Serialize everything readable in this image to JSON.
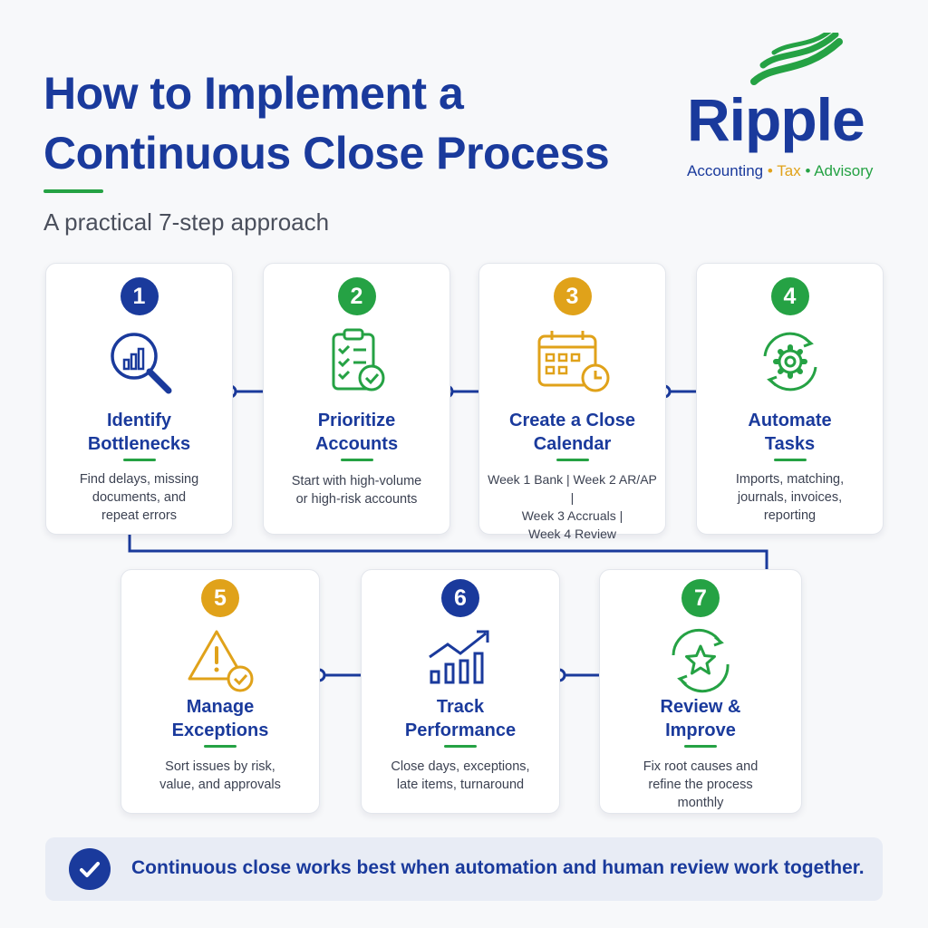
{
  "header": {
    "title_line1": "How to Implement a",
    "title_line2": "Continuous Close Process",
    "subtitle": "A practical 7-step approach"
  },
  "logo": {
    "name": "Ripple",
    "tag1": "Accounting",
    "tag2": "Tax",
    "tag3": "Advisory",
    "separator": "•",
    "colors": {
      "primary": "#1a3a9c",
      "tax": "#e0a21a",
      "advisory": "#25a244"
    }
  },
  "steps": [
    {
      "number": "1",
      "icon": "magnifier-chart-icon",
      "color": "#1a3a9c",
      "title_line1": "Identify",
      "title_line2": "Bottlenecks",
      "desc_line1": "Find delays, missing",
      "desc_line2": "documents, and",
      "desc_line3": "repeat errors"
    },
    {
      "number": "2",
      "icon": "clipboard-check-icon",
      "color": "#25a244",
      "title_line1": "Prioritize",
      "title_line2": "Accounts",
      "desc_line1": "Start with high-volume",
      "desc_line2": "or high-risk accounts"
    },
    {
      "number": "3",
      "icon": "calendar-clock-icon",
      "color": "#e0a21a",
      "title_line1": "Create a Close",
      "title_line2": "Calendar",
      "desc_line1": "Week 1 Bank | Week 2 AR/AP |",
      "desc_line2": "Week 3 Accruals |",
      "desc_line3": "Week 4 Review"
    },
    {
      "number": "4",
      "icon": "gear-cycle-icon",
      "color": "#25a244",
      "title_line1": "Automate",
      "title_line2": "Tasks",
      "desc_line1": "Imports, matching,",
      "desc_line2": "journals, invoices,",
      "desc_line3": "reporting"
    },
    {
      "number": "5",
      "icon": "warning-check-icon",
      "color": "#e0a21a",
      "title_line1": "Manage",
      "title_line2": "Exceptions",
      "desc_line1": "Sort issues by risk,",
      "desc_line2": "value, and approvals"
    },
    {
      "number": "6",
      "icon": "trend-chart-icon",
      "color": "#1a3a9c",
      "title_line1": "Track",
      "title_line2": "Performance",
      "desc_line1": "Close days, exceptions,",
      "desc_line2": "late items, turnaround"
    },
    {
      "number": "7",
      "icon": "star-cycle-icon",
      "color": "#25a244",
      "title_line1": "Review &",
      "title_line2": "Improve",
      "desc_line1": "Fix root causes and",
      "desc_line2": "refine the process",
      "desc_line3": "monthly"
    }
  ],
  "footer": {
    "icon": "check-circle-icon",
    "text": "Continuous close works best when automation and human review work together."
  }
}
